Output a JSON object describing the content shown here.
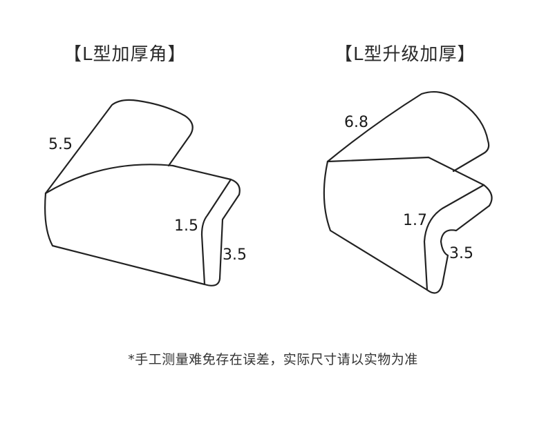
{
  "left_product": {
    "title": "【L型加厚角】",
    "dims": {
      "top_edge": "5.5",
      "thickness": "1.5",
      "height": "3.5"
    }
  },
  "right_product": {
    "title": "【L型升级加厚】",
    "dims": {
      "top_edge": "6.8",
      "thickness": "1.7",
      "height": "3.5"
    }
  },
  "note": "*手工测量难免存在误差，实际尺寸请以实物为准",
  "colors": {
    "outline": "#222222",
    "background": "#ffffff",
    "text": "#222222"
  }
}
